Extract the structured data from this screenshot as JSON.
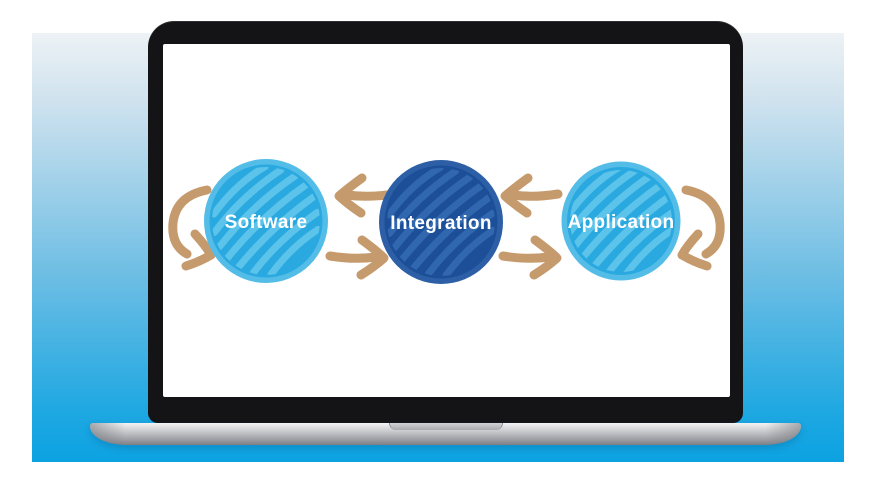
{
  "scene": {
    "backdrop_gradient": {
      "top": "#EDF2F5",
      "middle": "#6CBDE4",
      "bottom": "#0CA2E2"
    },
    "laptop": {
      "bezel": "#141417",
      "screen": "#FFFFFF",
      "base_top": "#F4F4F5",
      "base_bottom": "#7E8085"
    }
  },
  "diagram": {
    "label_color": "#FFFFFF",
    "arrow_color": "#C59B6D",
    "nodes": [
      {
        "label": "Software",
        "fill": "#2AA9E0",
        "ring": "#53BDE8",
        "scribble": "#5CC3EA"
      },
      {
        "label": "Integration",
        "fill": "#1C4F97",
        "ring": "#2C5FA6",
        "scribble": "#3067AE"
      },
      {
        "label": "Application",
        "fill": "#2AA9E0",
        "ring": "#53BDE8",
        "scribble": "#5CC3EA"
      }
    ]
  }
}
